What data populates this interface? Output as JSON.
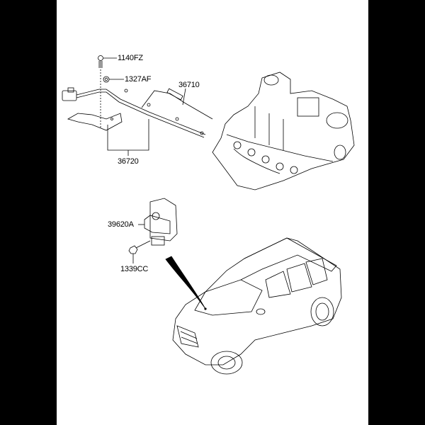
{
  "diagram": {
    "type": "exploded parts diagram",
    "background": "#ffffff",
    "border_color": "#000000",
    "parts": [
      {
        "id": "1140FZ",
        "label": "1140FZ",
        "desc": "bolt"
      },
      {
        "id": "1327AF",
        "label": "1327AF",
        "desc": "nut"
      },
      {
        "id": "36710",
        "label": "36710",
        "desc": "glow plug"
      },
      {
        "id": "36720",
        "label": "36720",
        "desc": "glow plug harness"
      },
      {
        "id": "39620A",
        "label": "39620A",
        "desc": "glow relay unit"
      },
      {
        "id": "1339CC",
        "label": "1339CC",
        "desc": "nut"
      }
    ],
    "illustrations": [
      "engine-cylinder-head",
      "suv-vehicle",
      "pointer-arrow"
    ]
  }
}
